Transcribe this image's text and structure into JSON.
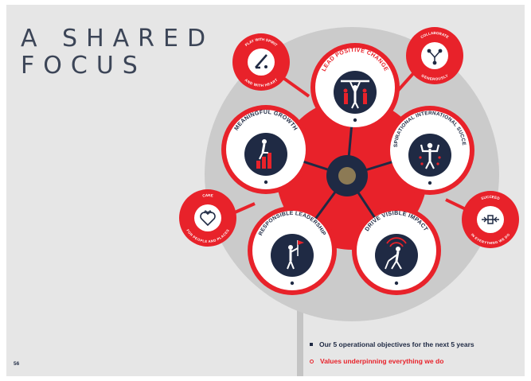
{
  "slide": {
    "title_line1": "A SHARED",
    "title_line2": "FOCUS",
    "page_number": "56"
  },
  "objectives": [
    {
      "id": "lead-positive-change",
      "label": "LEAD POSITIVE CHANGE",
      "icon": "lifting-team-icon"
    },
    {
      "id": "inspirational-international-success",
      "label": "INSPIRATIONAL INTERNATIONAL SUCCESS",
      "icon": "flexing-athlete-icon"
    },
    {
      "id": "drive-visible-impact",
      "label": "DRIVE VISIBLE IMPACT",
      "icon": "hockey-player-icon"
    },
    {
      "id": "responsible-leadership",
      "label": "RESPONSIBLE LEADERSHIP",
      "icon": "flag-bearer-icon"
    },
    {
      "id": "meaningful-growth",
      "label": "MEANINGFUL GROWTH",
      "icon": "climbing-steps-icon"
    }
  ],
  "values": [
    {
      "id": "play-with-spirit",
      "top": "PLAY WITH SPIRIT",
      "bottom": "AND WITH HEART",
      "icon": "hockey-stick-icon"
    },
    {
      "id": "collaborate",
      "top": "COLLABORATE",
      "bottom": "GENEROUSLY",
      "icon": "network-icon"
    },
    {
      "id": "succeed",
      "top": "SUCCEED",
      "bottom": "IN EVERYTHING WE DO",
      "icon": "arrows-target-icon"
    },
    {
      "id": "care",
      "top": "CARE",
      "bottom": "FOR PEOPLE AND PLACES",
      "icon": "heart-icon"
    }
  ],
  "legend": {
    "objectives_text": "Our 5 operational objectives for the next 5 years",
    "values_text": "Values underpinning everything we do"
  },
  "colors": {
    "navy": "#1f2a44",
    "red": "#e8222a",
    "grey_circle": "#c8c8c8",
    "hub_gold": "#8c7a55",
    "background": "#e6e6e6"
  }
}
